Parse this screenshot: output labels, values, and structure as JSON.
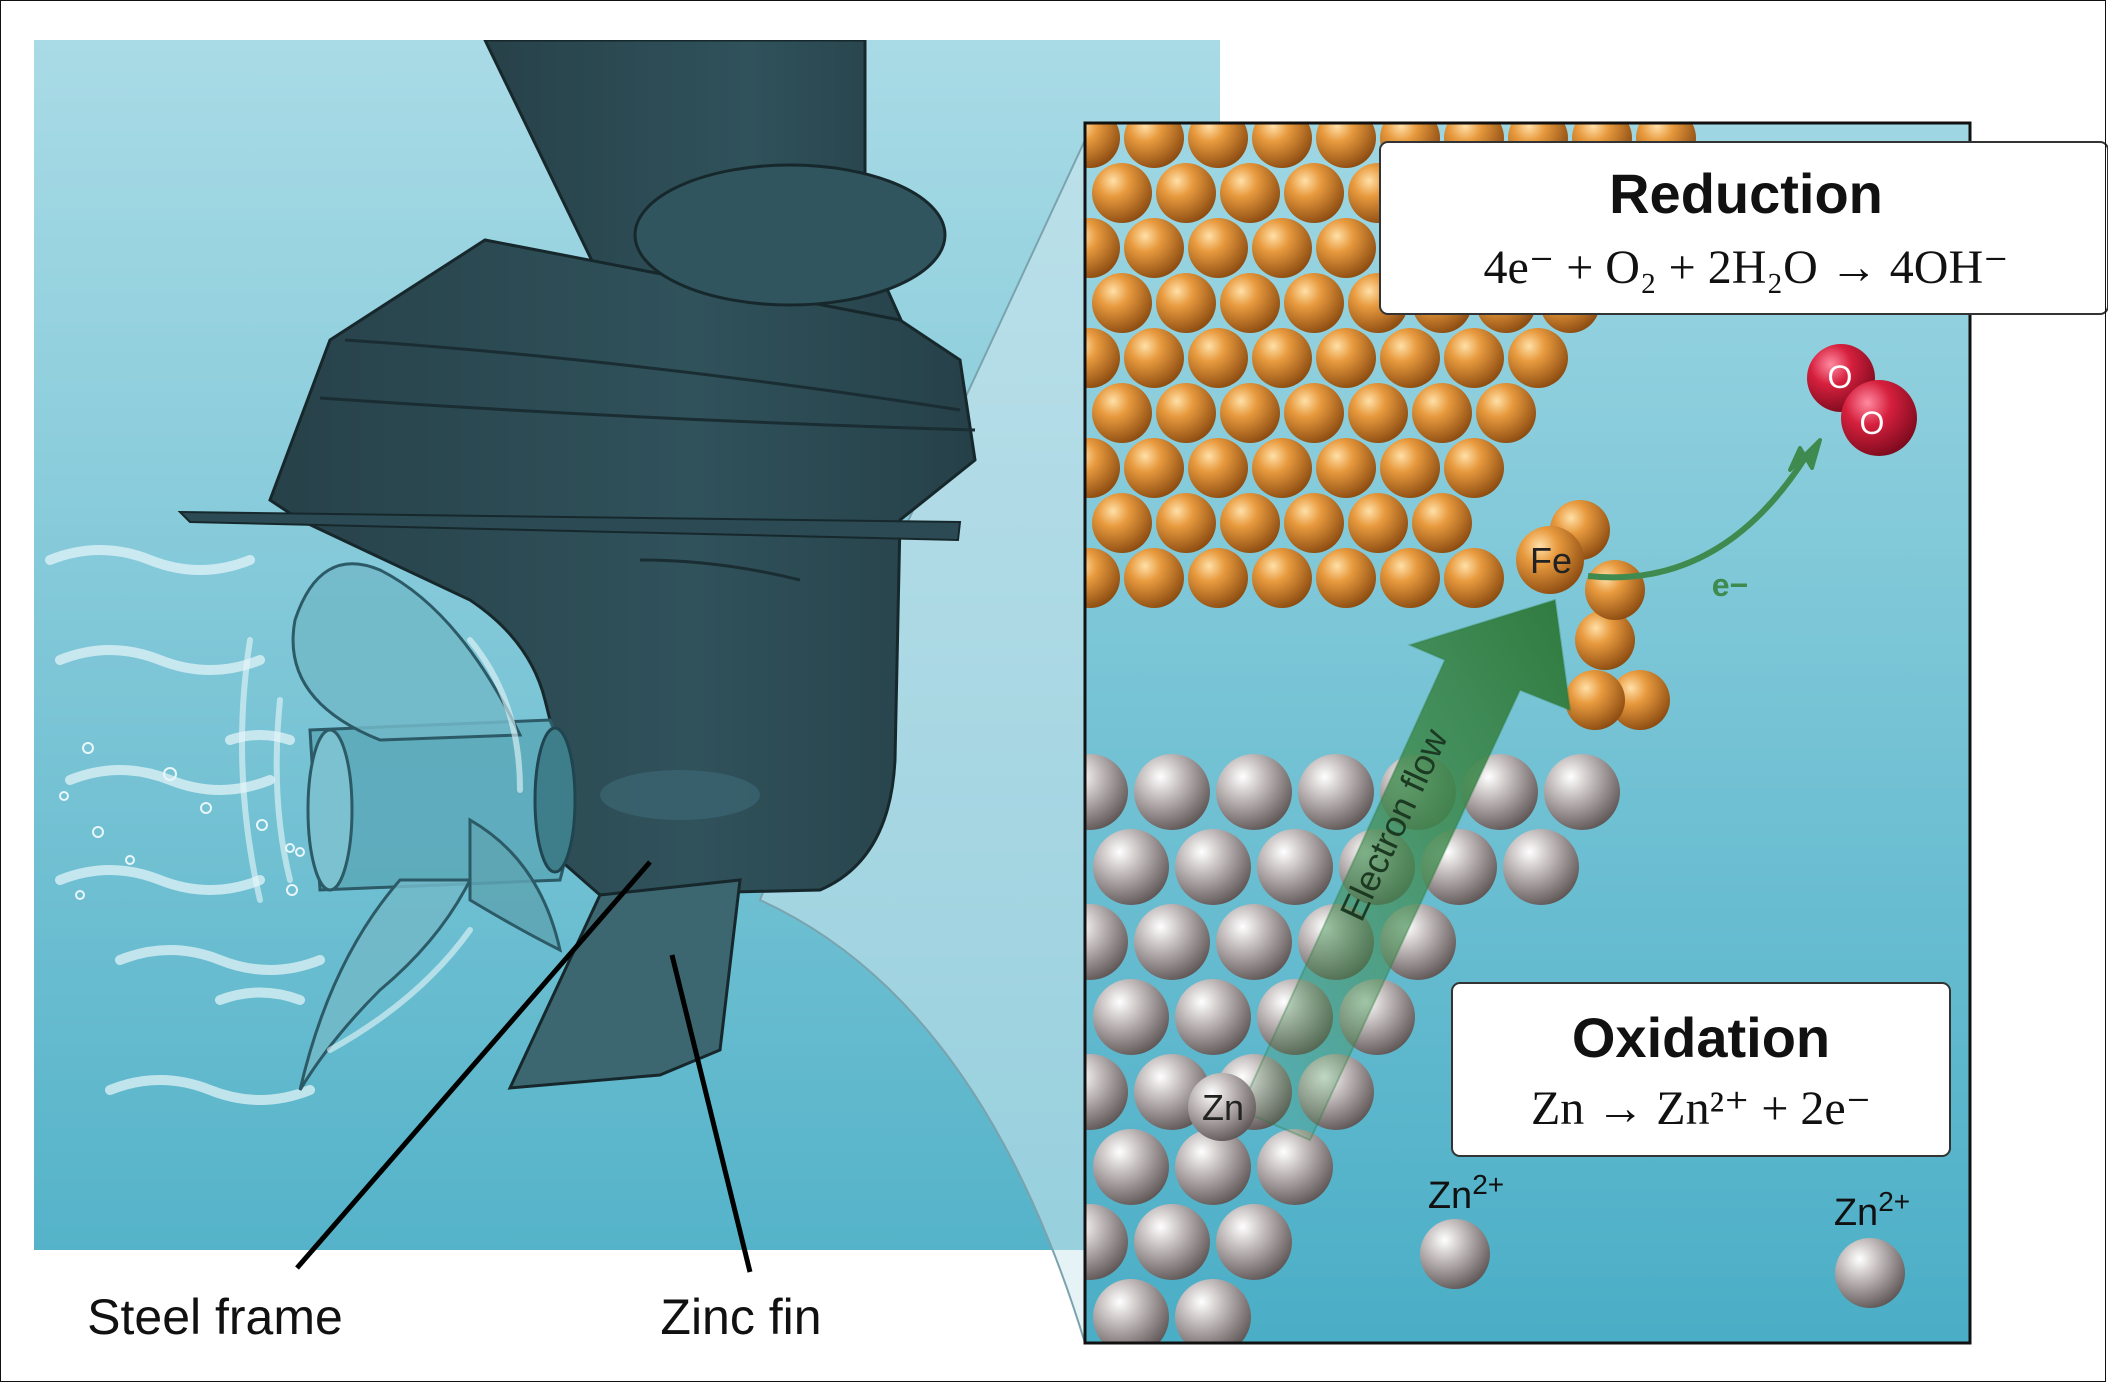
{
  "labels": {
    "steel_frame": "Steel frame",
    "zinc_fin": "Zinc fin",
    "electron_flow": "Electron flow",
    "fe": "Fe",
    "zn": "Zn",
    "electron": "e−",
    "oxygen_atom": "O"
  },
  "reduction": {
    "title": "Reduction",
    "equation": "4e⁻ + O₂ + 2H₂O → 4OH⁻"
  },
  "oxidation": {
    "title": "Oxidation",
    "equation": "Zn → Zn²⁺ + 2e⁻"
  },
  "ions": {
    "zn_ion_1": "Zn2+",
    "zn_ion_2": "Zn2+"
  },
  "colors": {
    "water_light": "#a8dbe6",
    "water_dark": "#54b2c8",
    "motor": "#2c4a52",
    "iron_atom": "#d9822b",
    "zinc_atom": "#b9b0b0",
    "electron_flow": "#3f8a4e",
    "oxygen": "#d0213f"
  }
}
